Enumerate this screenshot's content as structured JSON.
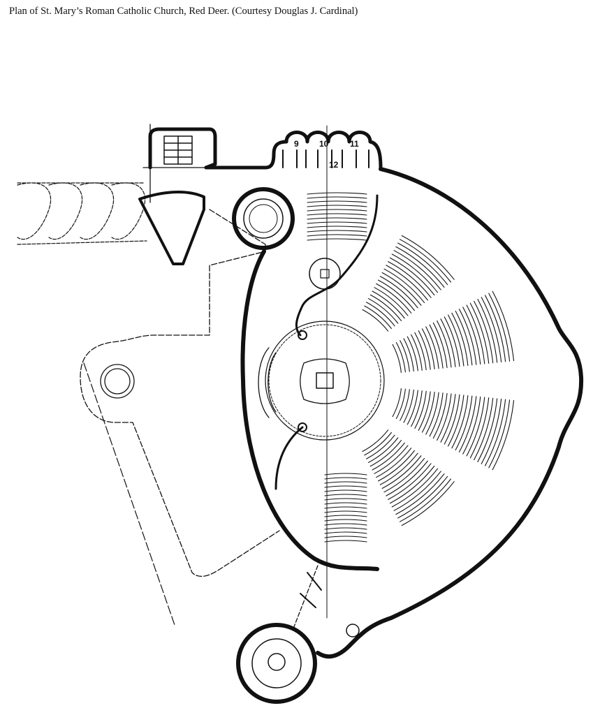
{
  "caption": "Plan of St. Mary’s Roman Catholic Church, Red Deer. (Courtesy Douglas J. Cardinal)",
  "plan": {
    "room_labels": [
      "9",
      "10",
      "11",
      "12"
    ]
  }
}
